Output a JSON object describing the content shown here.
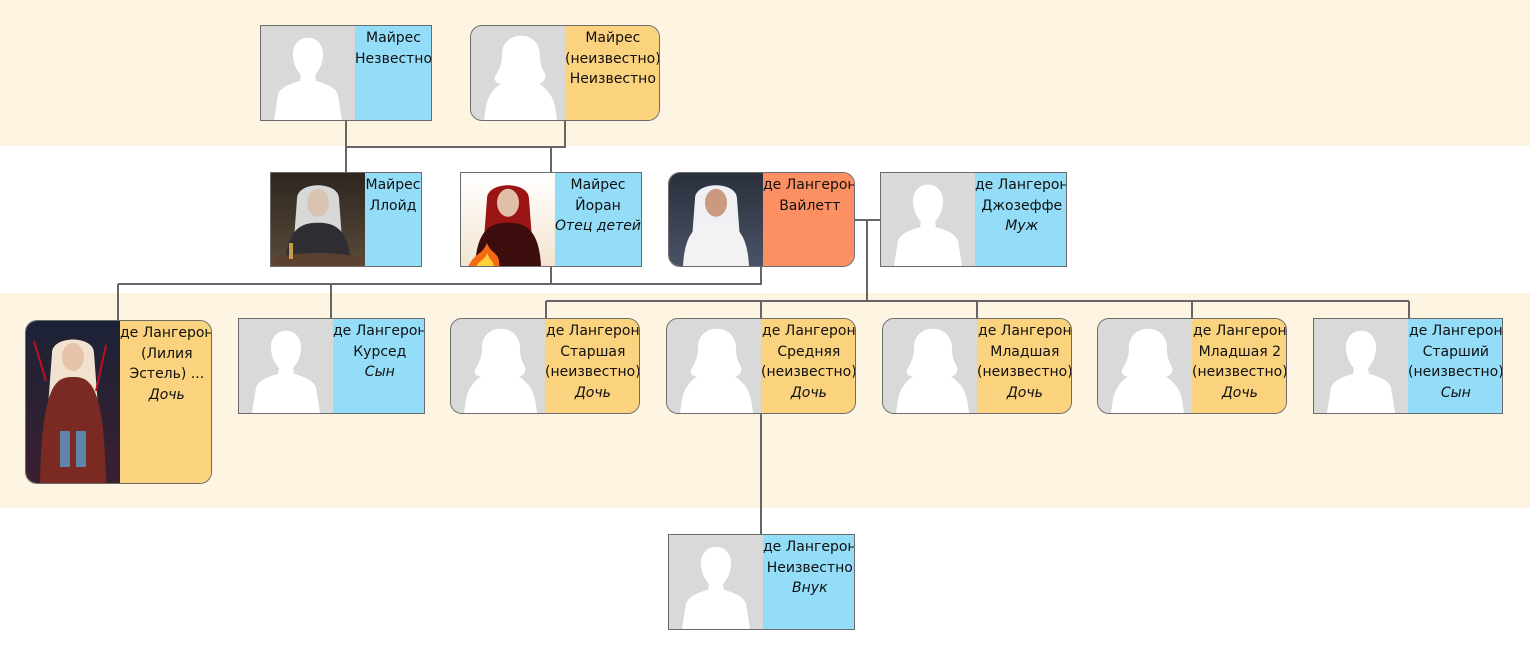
{
  "colors": {
    "band": "#fdf4e2",
    "male": "#94ddf8",
    "female": "#fbd27e",
    "focus": "#fd9062",
    "photo_bg": "#d9d9d9",
    "line": "#666666"
  },
  "persons": {
    "p_majres_m": {
      "lines": [
        "Майрес",
        "Незвестно"
      ],
      "relation": "",
      "gender": "male",
      "deceased": true,
      "photo": "silhouette"
    },
    "p_majres_f": {
      "lines": [
        "Майрес",
        "(неизвестно)",
        "Неизвестно"
      ],
      "relation": "",
      "gender": "female",
      "deceased": false,
      "photo": "silhouette"
    },
    "p_lloyd": {
      "lines": [
        "Майрес",
        "Ллойд"
      ],
      "relation": "",
      "gender": "male",
      "deceased": false,
      "photo": "portrait"
    },
    "p_joran": {
      "lines": [
        "Майрес",
        "Йоран"
      ],
      "relation": "Отец детей",
      "gender": "male",
      "deceased": false,
      "photo": "portrait"
    },
    "p_vailett": {
      "lines": [
        "де Лангерон",
        "Вайлетт"
      ],
      "relation": "",
      "gender": "focus",
      "deceased": true,
      "photo": "portrait"
    },
    "p_joseffe": {
      "lines": [
        "де Лангерон",
        "Джозеффе"
      ],
      "relation": "Муж",
      "gender": "male",
      "deceased": true,
      "photo": "silhouette"
    },
    "p_lilia": {
      "lines": [
        "де Лангерон",
        "(Лилия",
        "Эстель) ..."
      ],
      "relation": "Дочь",
      "gender": "female",
      "deceased": false,
      "photo": "portrait"
    },
    "p_kursed": {
      "lines": [
        "де Лангерон",
        "Курсед"
      ],
      "relation": "Сын",
      "gender": "male",
      "deceased": true,
      "photo": "silhouette"
    },
    "p_starshaya": {
      "lines": [
        "де Лангерон",
        "Старшая",
        "(неизвестно)"
      ],
      "relation": "Дочь",
      "gender": "female",
      "deceased": true,
      "photo": "silhouette"
    },
    "p_srednyaya": {
      "lines": [
        "де Лангерон",
        "Средняя",
        "(неизвестно)"
      ],
      "relation": "Дочь",
      "gender": "female",
      "deceased": true,
      "photo": "silhouette"
    },
    "p_mladshaya": {
      "lines": [
        "де Лангерон",
        "Младшая",
        "(неизвестно)"
      ],
      "relation": "Дочь",
      "gender": "female",
      "deceased": true,
      "photo": "silhouette"
    },
    "p_mladshaya2": {
      "lines": [
        "де Лангерон",
        "Младшая 2",
        "(неизвестно)"
      ],
      "relation": "Дочь",
      "gender": "female",
      "deceased": true,
      "photo": "silhouette"
    },
    "p_starshiy": {
      "lines": [
        "де Лангерон",
        "Старший",
        "(неизвестно)"
      ],
      "relation": "Сын",
      "gender": "male",
      "deceased": true,
      "photo": "silhouette"
    },
    "p_vnuk": {
      "lines": [
        "де Лангерон",
        "Неизвестно"
      ],
      "relation": "Внук",
      "gender": "male",
      "deceased": true,
      "photo": "silhouette"
    }
  }
}
